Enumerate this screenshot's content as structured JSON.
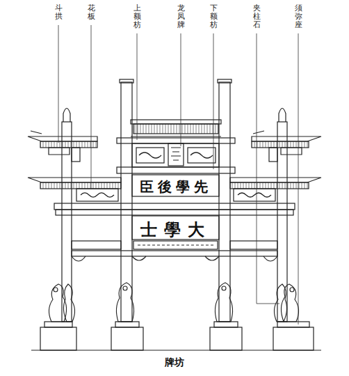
{
  "diagram": {
    "caption": "牌坊",
    "nodes": [
      {
        "text": [
          "臣後學先"
        ]
      },
      {
        "text": [
          "士學大"
        ]
      }
    ],
    "labels": [
      "斗拱",
      "花板",
      "上额枋",
      "龙凤牌",
      "下额枋",
      "夹柱石",
      "须弥座"
    ]
  }
}
